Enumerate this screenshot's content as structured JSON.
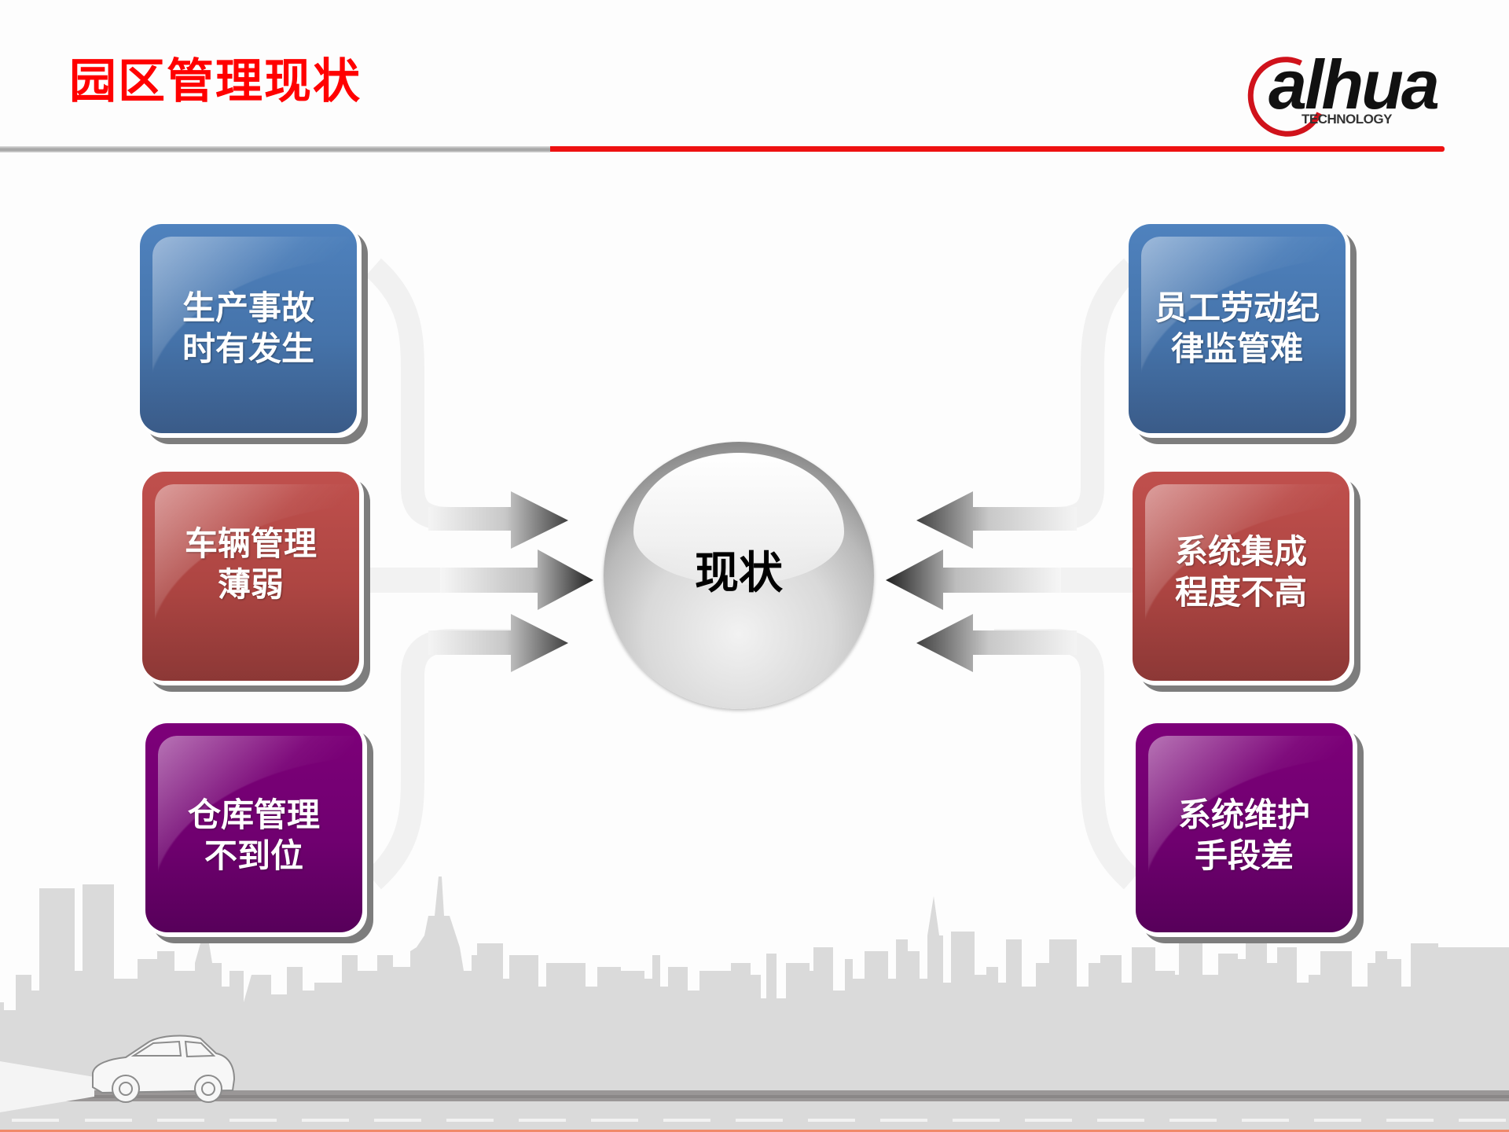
{
  "header": {
    "title": "园区管理现状",
    "logo": {
      "brand": "alhua",
      "subtitle": "TECHNOLOGY",
      "accent": "#d0121b"
    }
  },
  "diagram": {
    "center": {
      "label": "现状"
    },
    "left_items": [
      {
        "line1": "生产事故",
        "line2": "时有发生",
        "color": "#4f81bd"
      },
      {
        "line1": "车辆管理",
        "line2": "薄弱",
        "color": "#c0504d"
      },
      {
        "line1": "仓库管理",
        "line2": "不到位",
        "color": "#7a0078"
      }
    ],
    "right_items": [
      {
        "line1": "员工劳动纪",
        "line2": "律监管难",
        "color": "#4f81bd"
      },
      {
        "line1": "系统集成",
        "line2": "程度不高",
        "color": "#c0504d"
      },
      {
        "line1": "系统维护",
        "line2": "手段差",
        "color": "#7a0078"
      }
    ]
  },
  "colors": {
    "title": "#ff0000",
    "divider_red": "#ee1111",
    "divider_gray": "#a8a8a8"
  }
}
